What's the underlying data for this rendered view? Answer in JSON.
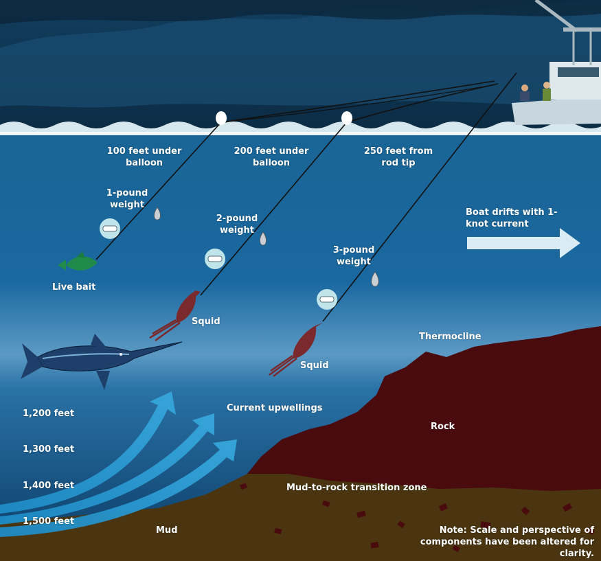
{
  "rigs": [
    {
      "line_label": "100 feet under balloon",
      "weight_label": "1-pound weight",
      "bait_label": "Live bait"
    },
    {
      "line_label": "200 feet under balloon",
      "weight_label": "2-pound weight",
      "bait_label": "Squid"
    },
    {
      "line_label": "250 feet from rod tip",
      "weight_label": "3-pound weight",
      "bait_label": "Squid"
    }
  ],
  "drift_label": "Boat drifts with 1-knot current",
  "thermocline_label": "Thermocline",
  "upwellings_label": "Current upwellings",
  "rock_label": "Rock",
  "transition_label": "Mud-to-rock transition zone",
  "mud_label": "Mud",
  "depths": [
    "1,200 feet",
    "1,300 feet",
    "1,400 feet",
    "1,500 feet"
  ],
  "note": "Note: Scale and perspective of components have been altered for clarity.",
  "colors": {
    "sky": "#0d3550",
    "water_surface": "#1a5f8e",
    "water_deep": "#0b3f6a",
    "rock": "#4a0b0f",
    "mud": "#4a3510",
    "arrow": "#d9ecf5",
    "squid": "#7a2a2c",
    "bait": "#1f8a4a"
  }
}
